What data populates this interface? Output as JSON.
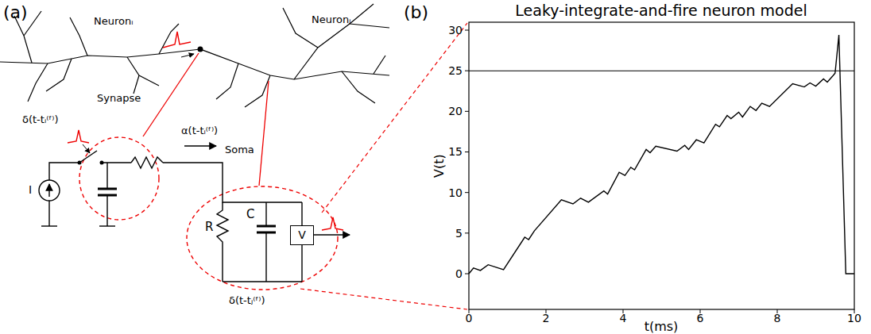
{
  "diagram": {
    "title": "Leaky-integrate-and-fire neuron model",
    "nodes": [
      {
        "text": [
          "V"
        ]
      }
    ],
    "labels": [
      "(a)",
      "(b)",
      "Neuronᵢ",
      "Neuronⱼ",
      "Synapse",
      "Soma",
      "δ(t-tᵢ⁽ᶠ⁾)",
      "α(t-tᵢ⁽ᶠ⁾)",
      "I",
      "R",
      "C",
      "δ(t-tⱼ⁽ᶠ⁾)",
      "V(t)",
      "t(ms)",
      "0",
      "5",
      "10",
      "15",
      "20",
      "25",
      "30",
      "0",
      "2",
      "4",
      "6",
      "8",
      "10"
    ]
  }
}
